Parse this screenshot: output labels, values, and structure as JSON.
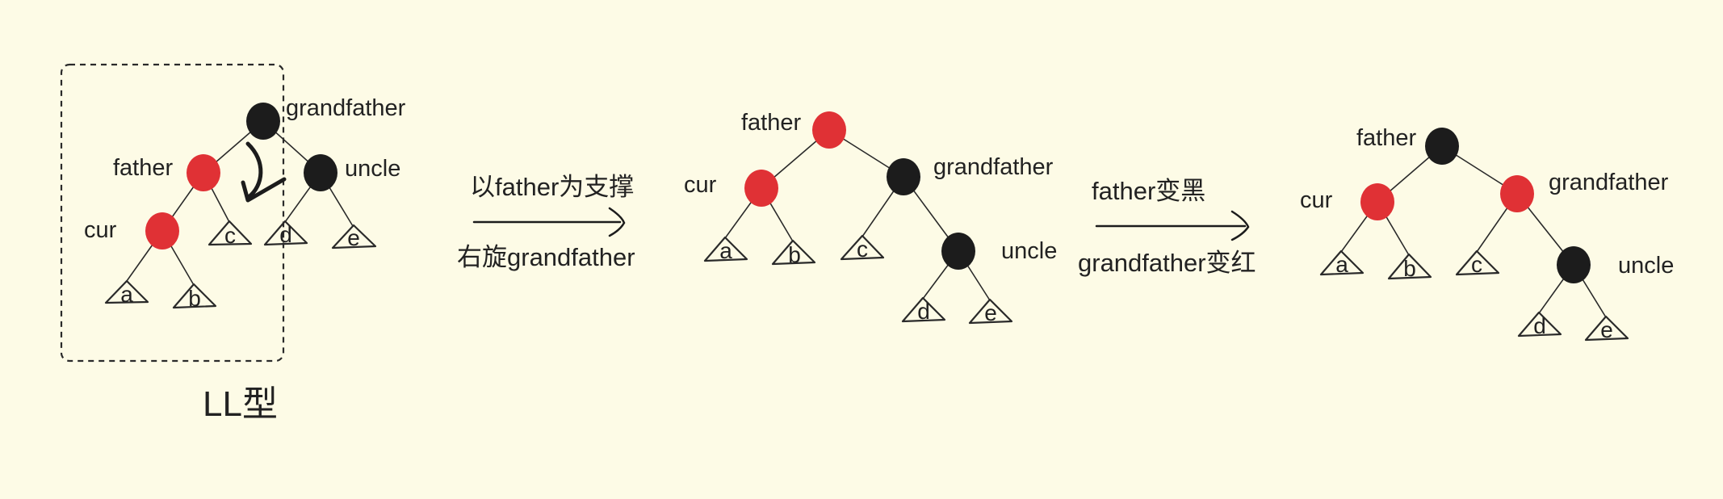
{
  "colors": {
    "background": "#fdfbe6",
    "red_node": "#e03135",
    "black_node": "#1c1c1c",
    "stroke": "#2a2a2a"
  },
  "nodes": {
    "grandfather": "grandfather",
    "father": "father",
    "uncle": "uncle",
    "cur": "cur"
  },
  "subtrees": [
    "a",
    "b",
    "c",
    "d",
    "e"
  ],
  "case_label": "LL型",
  "step1": {
    "top": "以father为支撑",
    "bottom": "右旋grandfather"
  },
  "step2": {
    "top": "father变黑",
    "bottom": "grandfather变红"
  }
}
